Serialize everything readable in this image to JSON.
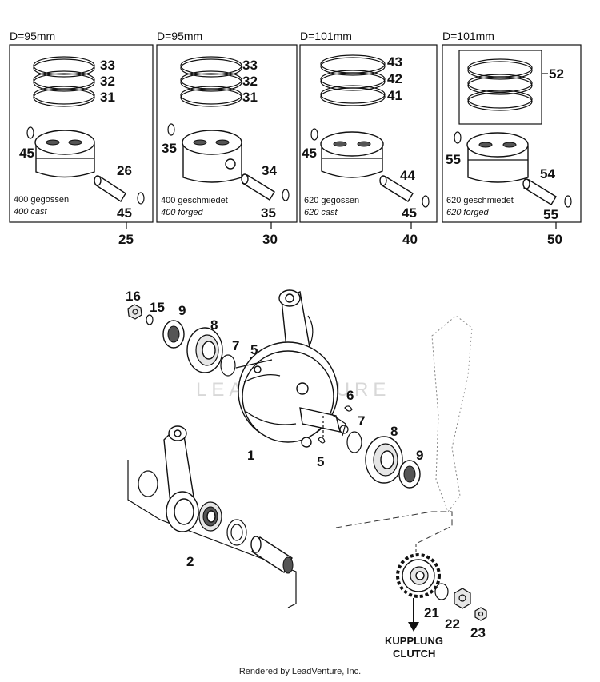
{
  "panels": [
    {
      "diameter": "D=95mm",
      "rings": [
        "33",
        "32",
        "31"
      ],
      "circlip_top": "45",
      "pin": "26",
      "circlip_bottom": "45",
      "caption_de": "400 gegossen",
      "caption_en": "400 cast",
      "assembly": "25"
    },
    {
      "diameter": "D=95mm",
      "rings": [
        "33",
        "32",
        "31"
      ],
      "circlip_top": "35",
      "pin": "34",
      "circlip_bottom": "35",
      "caption_de": "400 geschmiedet",
      "caption_en": "400 forged",
      "assembly": "30"
    },
    {
      "diameter": "D=101mm",
      "rings": [
        "43",
        "42",
        "41"
      ],
      "circlip_top": "45",
      "pin": "44",
      "circlip_bottom": "45",
      "caption_de": "620 gegossen",
      "caption_en": "620 cast",
      "assembly": "40"
    },
    {
      "diameter": "D=101mm",
      "ringset": "52",
      "circlip_top": "55",
      "pin": "54",
      "circlip_bottom": "55",
      "caption_de": "620 geschmiedet",
      "caption_en": "620 forged",
      "assembly": "50"
    }
  ],
  "crank_labels": {
    "nut": "16",
    "washer": "15",
    "seal_left": "9",
    "bearing_left": "8",
    "shim_left": "7",
    "key_left": "5",
    "crankshaft": "1",
    "key_right_top": "6",
    "shim_right": "7",
    "key_right": "5",
    "bearing_right": "8",
    "seal_right": "9",
    "conrod_kit": "2",
    "gear": "21",
    "gear_washer": "22",
    "gear_nut": "23"
  },
  "clutch_label": [
    "KUPPLUNG",
    "CLUTCH"
  ],
  "watermark": "LEADVENTURE",
  "footer": "Rendered by LeadVenture, Inc."
}
